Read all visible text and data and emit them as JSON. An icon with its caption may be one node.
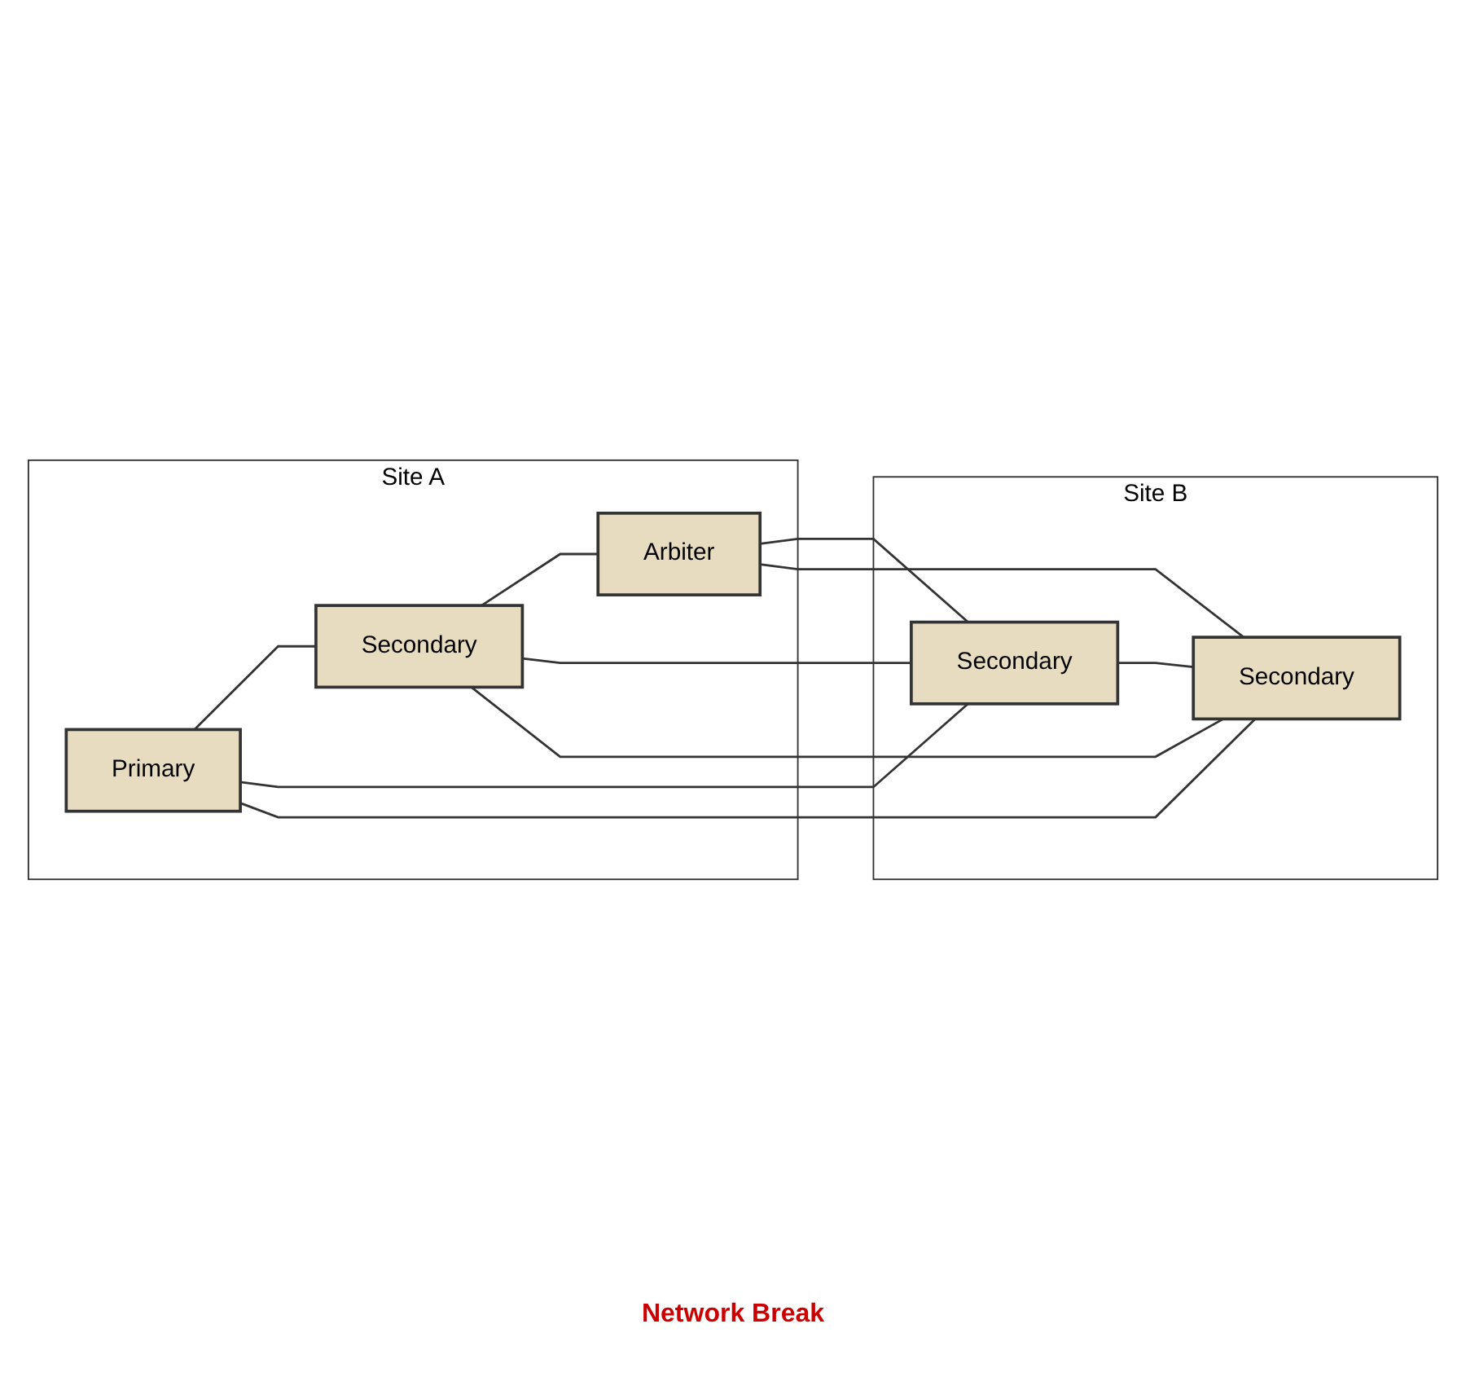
{
  "diagram": {
    "nodes": [
      {
        "text": [
          "Site A"
        ]
      },
      {
        "text": [
          "Primary"
        ],
        "in": 0
      },
      {
        "text": [
          "Secondary"
        ],
        "in": 0
      },
      {
        "text": [
          "Arbiter"
        ],
        "in": 0
      },
      {
        "text": [
          "Site B"
        ]
      },
      {
        "text": [
          "Secondary"
        ],
        "in": 4
      },
      {
        "text": [
          "Secondary"
        ],
        "in": 4
      }
    ],
    "edges": [
      {
        "from": 1,
        "to": 2,
        "arrow": "none"
      },
      {
        "from": 2,
        "to": 3,
        "arrow": "none"
      },
      {
        "from": 5,
        "to": 6,
        "arrow": "none"
      },
      {
        "from": 1,
        "to": 5,
        "arrow": "none"
      },
      {
        "from": 1,
        "to": 6,
        "arrow": "none"
      },
      {
        "from": 2,
        "to": 5,
        "arrow": "none"
      },
      {
        "from": 2,
        "to": 6,
        "arrow": "none"
      },
      {
        "from": 3,
        "to": 5,
        "arrow": "none"
      },
      {
        "from": 3,
        "to": 6,
        "arrow": "none"
      }
    ],
    "labels": [
      "Network Break"
    ]
  }
}
